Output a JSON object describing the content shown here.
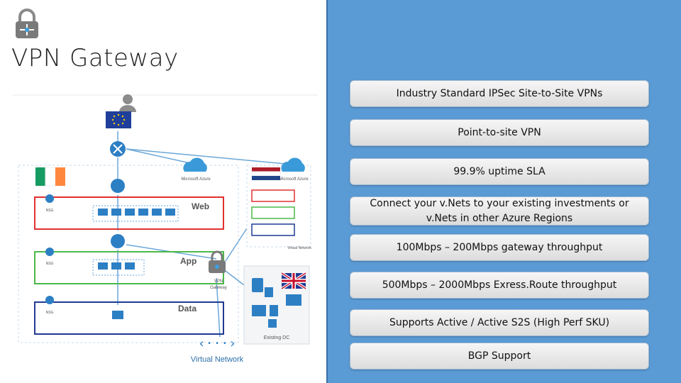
{
  "title": "VPN Gateway",
  "features": [
    "Industry Standard IPSec Site-to-Site VPNs",
    "Point-to-site VPN",
    "99.9% uptime SLA",
    "Connect your v.Nets to your existing investments or v.Nets in other Azure Regions",
    "100Mbps – 200Mbps gateway throughput",
    "500Mbps – 2000Mbps Exress.Route throughput",
    "Supports Active / Active S2S (High Perf SKU)",
    "BGP Support"
  ],
  "diagram": {
    "cloud_left_label": "Microsoft Azure",
    "cloud_right_label": "Microsoft Azure",
    "web_label": "Web",
    "app_label": "App",
    "data_label": "Data",
    "nsg_label": "NSG",
    "vpn_gateway_label": "VPN Gateway",
    "existing_dc_label": "Existing DC",
    "virtual_network_label": "Virtual Network",
    "virtual_network_small_label": "Virtual Network"
  },
  "colors": {
    "panel": "#5b9bd5",
    "web": "#e03030",
    "app": "#4cb848",
    "data": "#1f3a93",
    "icon": "#2d7fc4"
  }
}
